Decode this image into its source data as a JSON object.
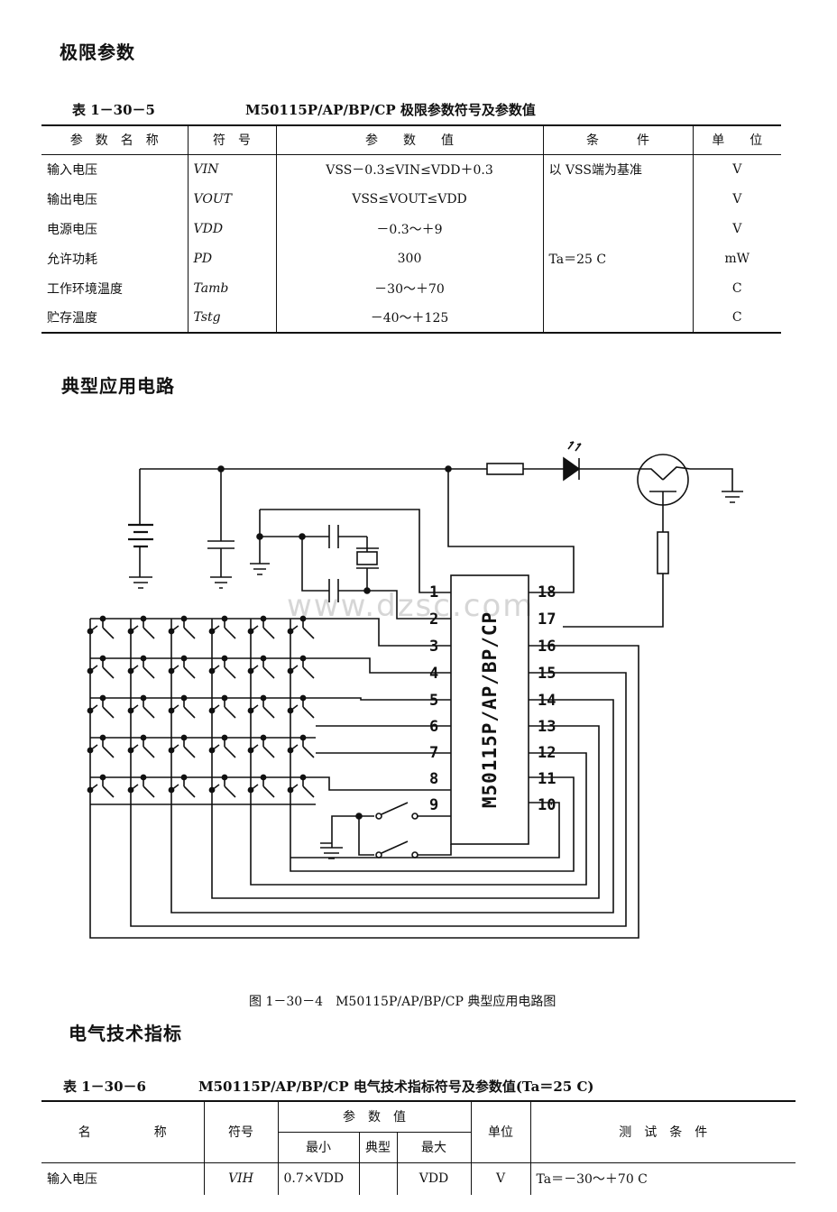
{
  "section1": {
    "heading": "极限参数",
    "table_no": "表 1－30－5",
    "table_title": "M50115P/AP/BP/CP 极限参数符号及参数值",
    "headers": [
      "参　数　名　称",
      "符　号",
      "参　　数　　值",
      "条　　　件",
      "单　　位"
    ],
    "rows": [
      {
        "name": "输入电压",
        "sym": "VIN",
        "val": "VSS－0.3≤VIN≤VDD＋0.3",
        "cond": "以 VSS端为基准",
        "unit": "V"
      },
      {
        "name": "输出电压",
        "sym": "VOUT",
        "val": "VSS≤VOUT≤VDD",
        "cond": "",
        "unit": "V"
      },
      {
        "name": "电源电压",
        "sym": "VDD",
        "val": "－0.3～＋9",
        "cond": "",
        "unit": "V"
      },
      {
        "name": "允许功耗",
        "sym": "PD",
        "val": "300",
        "cond": "Ta＝25 C",
        "unit": "mW"
      },
      {
        "name": "工作环境温度",
        "sym": "Tamb",
        "val": "－30～＋70",
        "cond": "",
        "unit": "C"
      },
      {
        "name": "贮存温度",
        "sym": "Tstg",
        "val": "－40～＋125",
        "cond": "",
        "unit": "C"
      }
    ]
  },
  "section2": {
    "heading": "典型应用电路",
    "chip_label": "M50115P/AP/BP/CP",
    "pins_left": [
      "1",
      "2",
      "3",
      "4",
      "5",
      "6",
      "7",
      "8",
      "9"
    ],
    "pins_right": [
      "18",
      "17",
      "16",
      "15",
      "14",
      "13",
      "12",
      "11",
      "10"
    ],
    "watermark": "www.dzsc.com",
    "figure_caption": "图 1－30－4　M50115P/AP/BP/CP 典型应用电路图"
  },
  "section3": {
    "heading": "电气技术指标",
    "table_no": "表 1－30－6",
    "table_title": "M50115P/AP/BP/CP 电气技术指标符号及参数值(Ta＝25 C)",
    "headers": {
      "name": "名　　　　　称",
      "sym": "符号",
      "val_group": "参　数　值",
      "min": "最小",
      "typ": "典型",
      "max": "最大",
      "unit": "单位",
      "cond": "测　试　条　件"
    },
    "row": {
      "name": "输入电压",
      "sym": "VIH",
      "min": "0.7×VDD",
      "typ": "",
      "max": "VDD",
      "unit": "V",
      "cond": "Ta＝－30～＋70 C"
    }
  }
}
